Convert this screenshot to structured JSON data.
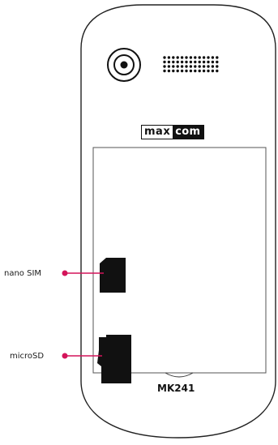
{
  "brand": {
    "left": "max",
    "right": "com"
  },
  "model": "MK241",
  "callouts": [
    {
      "id": "sim",
      "label": "nano SIM"
    },
    {
      "id": "sd",
      "label": "microSD"
    }
  ],
  "colors": {
    "outline": "#222222",
    "callout_dot": "#d4145a",
    "slot_fill": "#111111"
  },
  "icons": {
    "camera": "camera-lens-icon",
    "speaker": "speaker-grille-icon"
  }
}
